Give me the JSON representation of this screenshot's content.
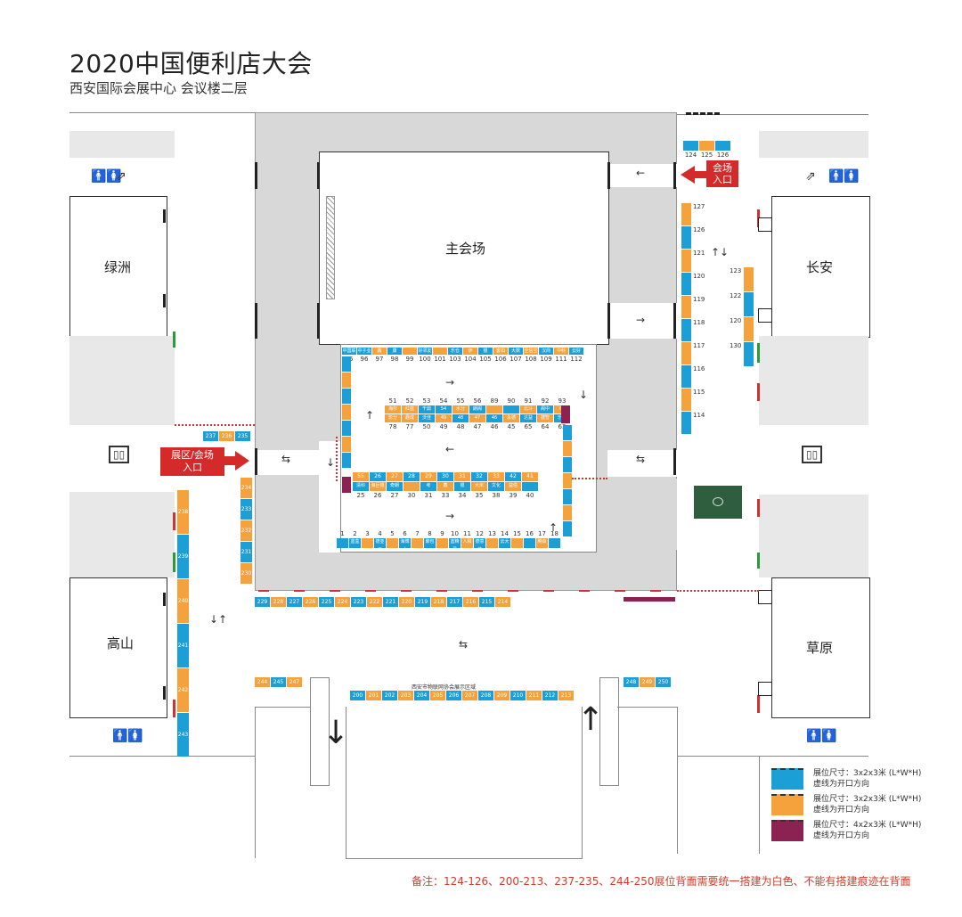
{
  "title": "2020中国便利店大会",
  "subtitle": "西安国际会展中心 会议楼二层",
  "rooms": {
    "main_hall": "主会场",
    "lvzhou": "绿洲",
    "changan": "长安",
    "gaoshan": "高山",
    "caoyuan": "草原"
  },
  "entrances": {
    "venue_entry": "会场\n入口",
    "exhibit_entry": "展区/会场\n入口"
  },
  "special_zone_label": "西安市物联网协会展示区域",
  "legend": [
    {
      "color": "#1b9fd6",
      "line1": "展位尺寸：3x2x3米  (L*W*H)",
      "line2": "虚线为开口方向"
    },
    {
      "color": "#f6a23c",
      "line1": "展位尺寸：3x2x3米  (L*W*H)",
      "line2": "虚线为开口方向"
    },
    {
      "color": "#8c2252",
      "line1": "展位尺寸：4x2x3米  (L*W*H)",
      "line2": "虚线为开口方向"
    }
  ],
  "note": "备注：124-126、200-213、237-235、244-250展位背面需要统一搭建为白色、不能有搭建痕迹在背面",
  "icons": [
    "restroom-icon",
    "escalator-icon",
    "elevator-icon",
    "arrow-icon"
  ],
  "colors": {
    "blue": "#1b9fd6",
    "orange": "#f6a23c",
    "maroon": "#8c2252",
    "red": "#d42a2a",
    "gray": "#d8d8d8"
  },
  "booths": {
    "top_row": [
      {
        "n": "95",
        "c": "b",
        "t": "中国联"
      },
      {
        "n": "96",
        "c": "b",
        "t": "中子业"
      },
      {
        "n": "97",
        "c": "o",
        "t": "鑫"
      },
      {
        "n": "98",
        "c": "b",
        "t": "康"
      },
      {
        "n": "99",
        "c": "o",
        "t": ""
      },
      {
        "n": "100",
        "c": "b",
        "t": "好邻友"
      },
      {
        "n": "101",
        "c": "o",
        "t": ""
      },
      {
        "n": "103",
        "c": "b",
        "t": "乐仓"
      },
      {
        "n": "104",
        "c": "o",
        "t": "伊"
      },
      {
        "n": "105",
        "c": "b",
        "t": "银"
      },
      {
        "n": "106",
        "c": "o",
        "t": "客如"
      },
      {
        "n": "107",
        "c": "b",
        "t": "大数"
      },
      {
        "n": "108",
        "c": "o",
        "t": "全信宝"
      },
      {
        "n": "109",
        "c": "b",
        "t": "汉商"
      },
      {
        "n": "111",
        "c": "o",
        "t": "中科"
      },
      {
        "n": "112",
        "c": "b",
        "t": "云好"
      }
    ],
    "bottom_row": [
      {
        "n": "1",
        "c": "b",
        "t": ""
      },
      {
        "n": "2",
        "c": "b",
        "t": "蓝盒"
      },
      {
        "n": "3",
        "c": "o",
        "t": ""
      },
      {
        "n": "4",
        "c": "b",
        "t": "德亚云"
      },
      {
        "n": "5",
        "c": "o",
        "t": ""
      },
      {
        "n": "6",
        "c": "b",
        "t": "海博士"
      },
      {
        "n": "7",
        "c": "o",
        "t": ""
      },
      {
        "n": "8",
        "c": "b",
        "t": "聚包"
      },
      {
        "n": "9",
        "c": "o",
        "t": ""
      },
      {
        "n": "10",
        "c": "b",
        "t": "蓝精灵"
      },
      {
        "n": "11",
        "c": "o",
        "t": "人和"
      },
      {
        "n": "12",
        "c": "b",
        "t": "德意佳"
      },
      {
        "n": "13",
        "c": "o",
        "t": ""
      },
      {
        "n": "14",
        "c": "b",
        "t": "云大"
      },
      {
        "n": "15",
        "c": "o",
        "t": ""
      },
      {
        "n": "16",
        "c": "b",
        "t": ""
      },
      {
        "n": "17",
        "c": "o",
        "t": "腾森"
      },
      {
        "n": "18",
        "c": "b",
        "t": ""
      }
    ],
    "inner_top": [
      {
        "n": "51",
        "c": "o",
        "t": "海尔"
      },
      {
        "n": "52",
        "c": "o",
        "t": "红蓝"
      },
      {
        "n": "53",
        "c": "b",
        "t": "千鼎"
      },
      {
        "n": "54",
        "c": "b",
        "t": "54"
      },
      {
        "n": "55",
        "c": "o",
        "t": "水分"
      },
      {
        "n": "56",
        "c": "b",
        "t": "朗阁"
      },
      {
        "n": "89",
        "c": "o",
        "t": ""
      },
      {
        "n": "90",
        "c": "b",
        "t": ""
      },
      {
        "n": "91",
        "c": "o",
        "t": "北斗"
      },
      {
        "n": "92",
        "c": "b",
        "t": "阁中"
      },
      {
        "n": "93",
        "c": "o",
        "t": "68"
      }
    ],
    "inner_mid": [
      {
        "n": "78",
        "c": "o",
        "t": "影分"
      },
      {
        "n": "77",
        "c": "o",
        "t": "趣成"
      },
      {
        "n": "50",
        "c": "b",
        "t": "沃佳"
      },
      {
        "n": "49",
        "c": "o",
        "t": "49"
      },
      {
        "n": "48",
        "c": "b",
        "t": "48"
      },
      {
        "n": "47",
        "c": "o",
        "t": "47"
      },
      {
        "n": "46",
        "c": "b",
        "t": "46"
      },
      {
        "n": "45",
        "c": "o",
        "t": "永德"
      },
      {
        "n": "65",
        "c": "b",
        "t": "达益"
      },
      {
        "n": "64",
        "c": "o",
        "t": "捷智"
      },
      {
        "n": "63",
        "c": "b",
        "t": "乐小"
      }
    ],
    "inner_low_top": [
      {
        "n": "55",
        "c": "o",
        "t": "37"
      },
      {
        "n": "26",
        "c": "b",
        "t": "沃凤"
      },
      {
        "n": "27",
        "c": "o",
        "t": "38"
      },
      {
        "n": "28",
        "c": "b",
        "t": "32"
      },
      {
        "n": "29",
        "c": "o",
        "t": "29"
      },
      {
        "n": "30",
        "c": "b",
        "t": "28"
      },
      {
        "n": "31",
        "c": "o",
        "t": "24"
      },
      {
        "n": "32",
        "c": "b",
        "t": "16"
      },
      {
        "n": "33",
        "c": "o",
        "t": "15"
      },
      {
        "n": "42",
        "c": "b",
        "t": ""
      },
      {
        "n": "41",
        "c": "o",
        "t": "好邻"
      }
    ],
    "inner_low_bot": [
      {
        "n": "25",
        "c": "b",
        "t": "清科"
      },
      {
        "n": "26b",
        "c": "o",
        "t": "海巨银"
      },
      {
        "n": "27b",
        "c": "b",
        "t": "奇朗"
      },
      {
        "n": "30b",
        "c": "o",
        "t": ""
      },
      {
        "n": "31b",
        "c": "b",
        "t": "考"
      },
      {
        "n": "33b",
        "c": "o",
        "t": "鑫"
      },
      {
        "n": "34",
        "c": "b",
        "t": "银"
      },
      {
        "n": "35",
        "c": "o",
        "t": "大米"
      },
      {
        "n": "38",
        "c": "b",
        "t": "文化"
      },
      {
        "n": "39",
        "c": "o",
        "t": "益信"
      },
      {
        "n": "40",
        "c": "b",
        "t": ""
      }
    ],
    "row_200": [
      {
        "n": "200",
        "c": "b"
      },
      {
        "n": "201",
        "c": "o"
      },
      {
        "n": "202",
        "c": "b"
      },
      {
        "n": "203",
        "c": "o"
      },
      {
        "n": "204",
        "c": "b"
      },
      {
        "n": "205",
        "c": "o"
      },
      {
        "n": "206",
        "c": "b"
      },
      {
        "n": "207",
        "c": "o"
      },
      {
        "n": "208",
        "c": "b"
      },
      {
        "n": "209",
        "c": "o"
      },
      {
        "n": "210",
        "c": "b"
      },
      {
        "n": "211",
        "c": "o"
      },
      {
        "n": "212",
        "c": "b"
      },
      {
        "n": "213",
        "c": "o"
      }
    ],
    "row_215": [
      {
        "n": "229",
        "c": "b"
      },
      {
        "n": "228",
        "c": "o"
      },
      {
        "n": "227",
        "c": "b"
      },
      {
        "n": "226",
        "c": "o"
      },
      {
        "n": "225",
        "c": "b"
      },
      {
        "n": "224",
        "c": "o"
      },
      {
        "n": "223",
        "c": "b"
      },
      {
        "n": "222",
        "c": "o"
      },
      {
        "n": "221",
        "c": "b"
      },
      {
        "n": "220",
        "c": "o"
      },
      {
        "n": "219",
        "c": "b"
      },
      {
        "n": "218",
        "c": "o"
      },
      {
        "n": "217",
        "c": "b"
      },
      {
        "n": "216",
        "c": "o"
      },
      {
        "n": "215",
        "c": "b"
      },
      {
        "n": "214",
        "c": "o"
      }
    ],
    "row_244": [
      {
        "n": "244",
        "c": "o"
      },
      {
        "n": "245",
        "c": "b"
      },
      {
        "n": "247",
        "c": "o"
      }
    ],
    "row_248": [
      {
        "n": "248",
        "c": "b"
      },
      {
        "n": "249",
        "c": "o"
      },
      {
        "n": "250",
        "c": "b"
      }
    ],
    "row_237": [
      {
        "n": "237",
        "c": "b"
      },
      {
        "n": "236",
        "c": "o"
      },
      {
        "n": "235",
        "c": "b"
      }
    ],
    "col_left": [
      {
        "n": "234",
        "c": "o"
      },
      {
        "n": "233",
        "c": "b"
      },
      {
        "n": "232",
        "c": "o"
      },
      {
        "n": "231",
        "c": "b"
      },
      {
        "n": "230",
        "c": "o"
      }
    ],
    "col_far_left": [
      {
        "n": "238",
        "c": "o"
      },
      {
        "n": "239",
        "c": "b"
      },
      {
        "n": "240",
        "c": "o"
      },
      {
        "n": "241",
        "c": "b"
      },
      {
        "n": "242",
        "c": "o"
      },
      {
        "n": "243",
        "c": "b"
      }
    ],
    "top_right": [
      {
        "n": "124",
        "c": "b"
      },
      {
        "n": "125",
        "c": "o"
      },
      {
        "n": "126",
        "c": "b"
      }
    ],
    "col_right": [
      {
        "n": "127",
        "c": "o"
      },
      {
        "n": "126",
        "c": "b"
      },
      {
        "n": "121",
        "c": "o"
      },
      {
        "n": "120",
        "c": "b"
      },
      {
        "n": "119",
        "c": "o"
      },
      {
        "n": "118",
        "c": "b"
      },
      {
        "n": "117",
        "c": "o"
      },
      {
        "n": "116",
        "c": "b"
      },
      {
        "n": "115",
        "c": "o"
      },
      {
        "n": "114",
        "c": "b"
      }
    ],
    "col_right2": [
      {
        "n": "123",
        "c": "o"
      },
      {
        "n": "122",
        "c": "b"
      },
      {
        "n": "120",
        "c": "o"
      },
      {
        "n": "130",
        "c": "b"
      }
    ]
  }
}
